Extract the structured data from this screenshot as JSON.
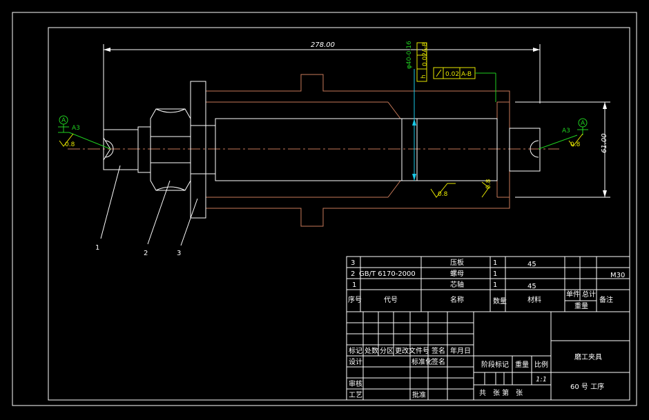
{
  "dimensions": {
    "overall_length": "278.00",
    "height": "61.00",
    "diameter": "φ40-0.16",
    "tol_perp": "0.02",
    "tol_runout": "0.02",
    "tol_ref": "A-B",
    "tol_h": "h"
  },
  "surface": {
    "left_ref": "A",
    "left_label": "A3",
    "left_rough": "0.8",
    "right_ref": "A",
    "right_label": "A3",
    "right_rough": "0.8",
    "bottom_rough": "0.8",
    "side_rough": "0.8"
  },
  "callouts": [
    "1",
    "2",
    "3"
  ],
  "bom": {
    "rows": [
      {
        "no": "3",
        "code": "",
        "name": "压板",
        "qty": "1",
        "material": "45",
        "note": ""
      },
      {
        "no": "2",
        "code": "GB/T 6170-2000",
        "name": "螺母",
        "qty": "1",
        "material": "",
        "note": "M30"
      },
      {
        "no": "1",
        "code": "",
        "name": "芯轴",
        "qty": "1",
        "material": "45",
        "note": ""
      }
    ],
    "header": {
      "no": "序号",
      "code": "代号",
      "name": "名称",
      "qty": "数量",
      "material": "材料",
      "unit": "单件",
      "total": "总计",
      "weight": "重量",
      "note": "备注"
    }
  },
  "titleblock": {
    "mark": "标记",
    "count": "处数",
    "zone": "分区",
    "change_doc": "更改文件号",
    "sign": "签名",
    "date": "年月日",
    "design": "设计",
    "standardize": "标准化",
    "checker_sign": "签名",
    "review": "审核",
    "process": "工艺",
    "approve": "批准",
    "stage_mark": "阶段标记",
    "weight": "重量",
    "scale": "比例",
    "scale_value": "1:1",
    "sheets": "共　张 第　张",
    "drawing_name": "磨工夹具",
    "work_no": "60 号 工序"
  },
  "colors": {
    "background": "#000000",
    "line": "#ffffff",
    "part": "#c87a5a",
    "dimension": "#18c8e6",
    "annotation": "#e8e800",
    "note": "#20d020"
  }
}
